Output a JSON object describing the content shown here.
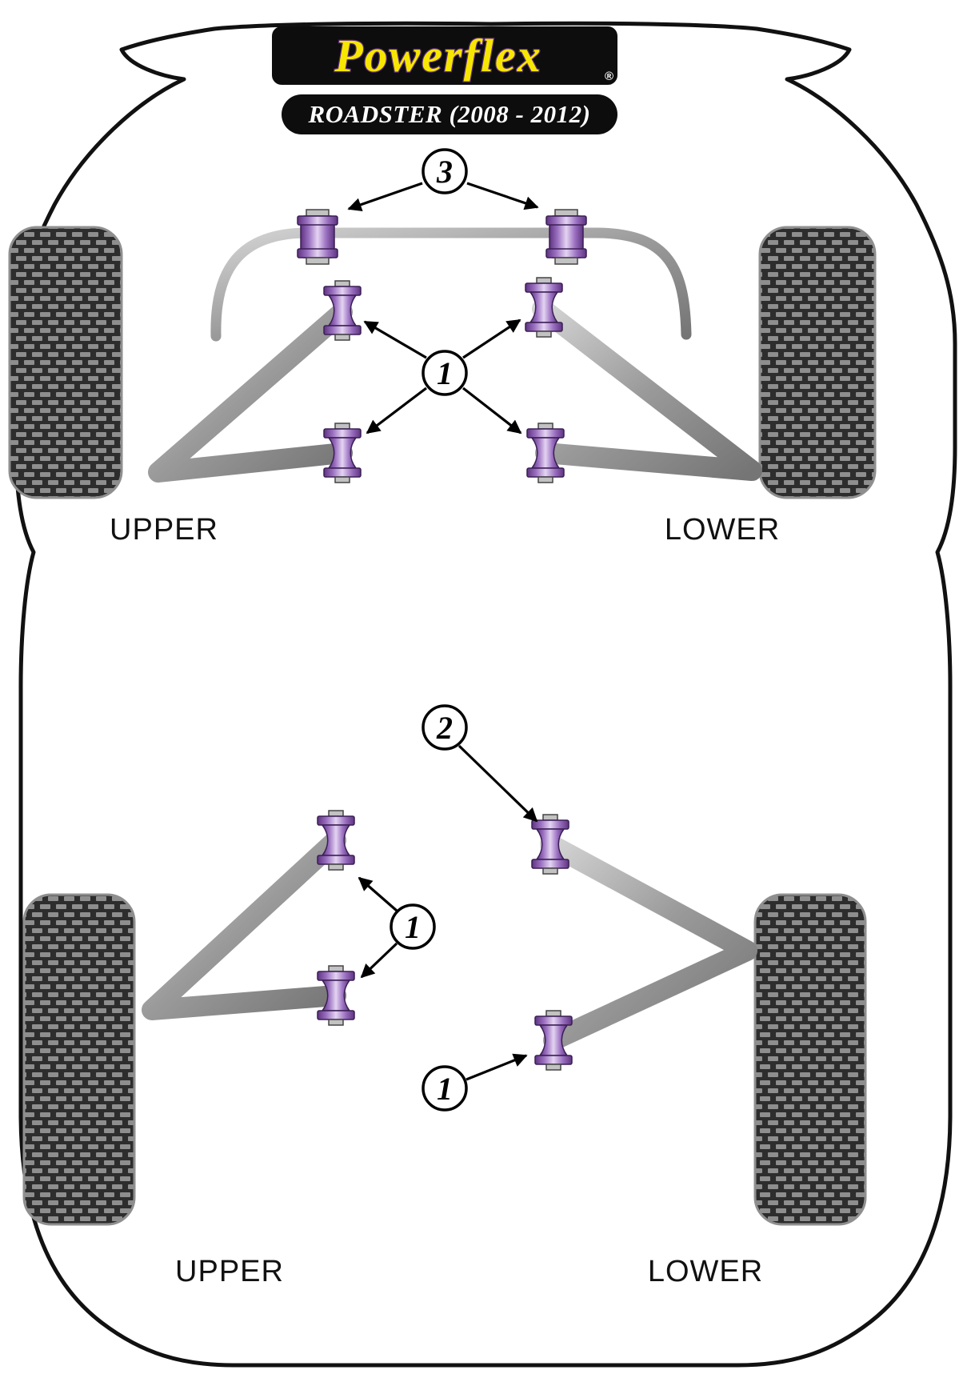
{
  "header": {
    "brand": "Powerflex",
    "registered_mark": "®",
    "model": "ROADSTER (2008 - 2012)"
  },
  "front_axle": {
    "upper_label": "UPPER",
    "lower_label": "LOWER",
    "callouts": {
      "anti_roll_bar_bush": "3",
      "wishbone_bushes": "1"
    }
  },
  "rear_axle": {
    "upper_label": "UPPER",
    "lower_label": "LOWER",
    "callouts": {
      "upper_arm_outer_bush": "2",
      "left_arm_bushes": "1",
      "lower_arm_bush": "1"
    }
  },
  "colors": {
    "outline": "#111111",
    "badge_black": "#0d0d0d",
    "brand_yellow": "#f7e600",
    "brand_purple": "#5c2d82",
    "bush_dark": "#5e3380",
    "bush_mid": "#9a6fc0",
    "bush_light": "#e4d4f2",
    "arm_light": "#d4d4d4",
    "arm_mid": "#9a9a9a",
    "arm_dark": "#757575",
    "tire_base": "#2d2d2d",
    "tire_weave": "#8e8e8e"
  }
}
